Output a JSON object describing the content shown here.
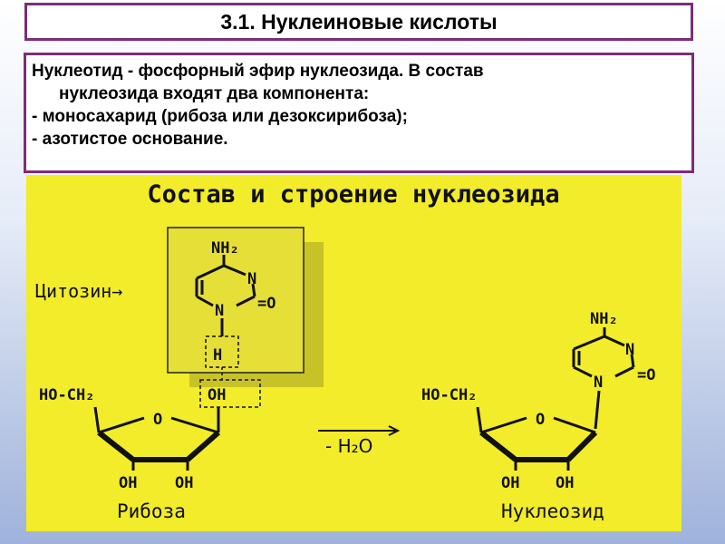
{
  "slide": {
    "title": "3.1. Нуклеиновые кислоты",
    "intro_line1": "Нуклеотид - фосфорный эфир нуклеозида. В состав",
    "intro_line2": "нуклеозида входят два компонента:",
    "bullet1": "- моносахарид (рибоза или дезоксирибоза);",
    "bullet2": "- азотистое основание."
  },
  "diagram": {
    "heading": "Состав и строение нуклеозида",
    "cytosine_label": "Цитозин→",
    "nh2": "NH₂",
    "n": "N",
    "o_double": "=O",
    "h": "H",
    "oh": "OH",
    "ho_ch2": "HO-CH₂",
    "ring_o": "O",
    "oh_left": "OH",
    "oh_right": "OH",
    "ribose_label": "Рибоза",
    "reaction": "- H₂O",
    "nucleoside_label": "Нуклеозид"
  },
  "colors": {
    "frame": "#7b2d78",
    "diagram_bg": "#f2ec2a",
    "cytosine_box": "#e6df38",
    "shadow": "#c7c226"
  }
}
